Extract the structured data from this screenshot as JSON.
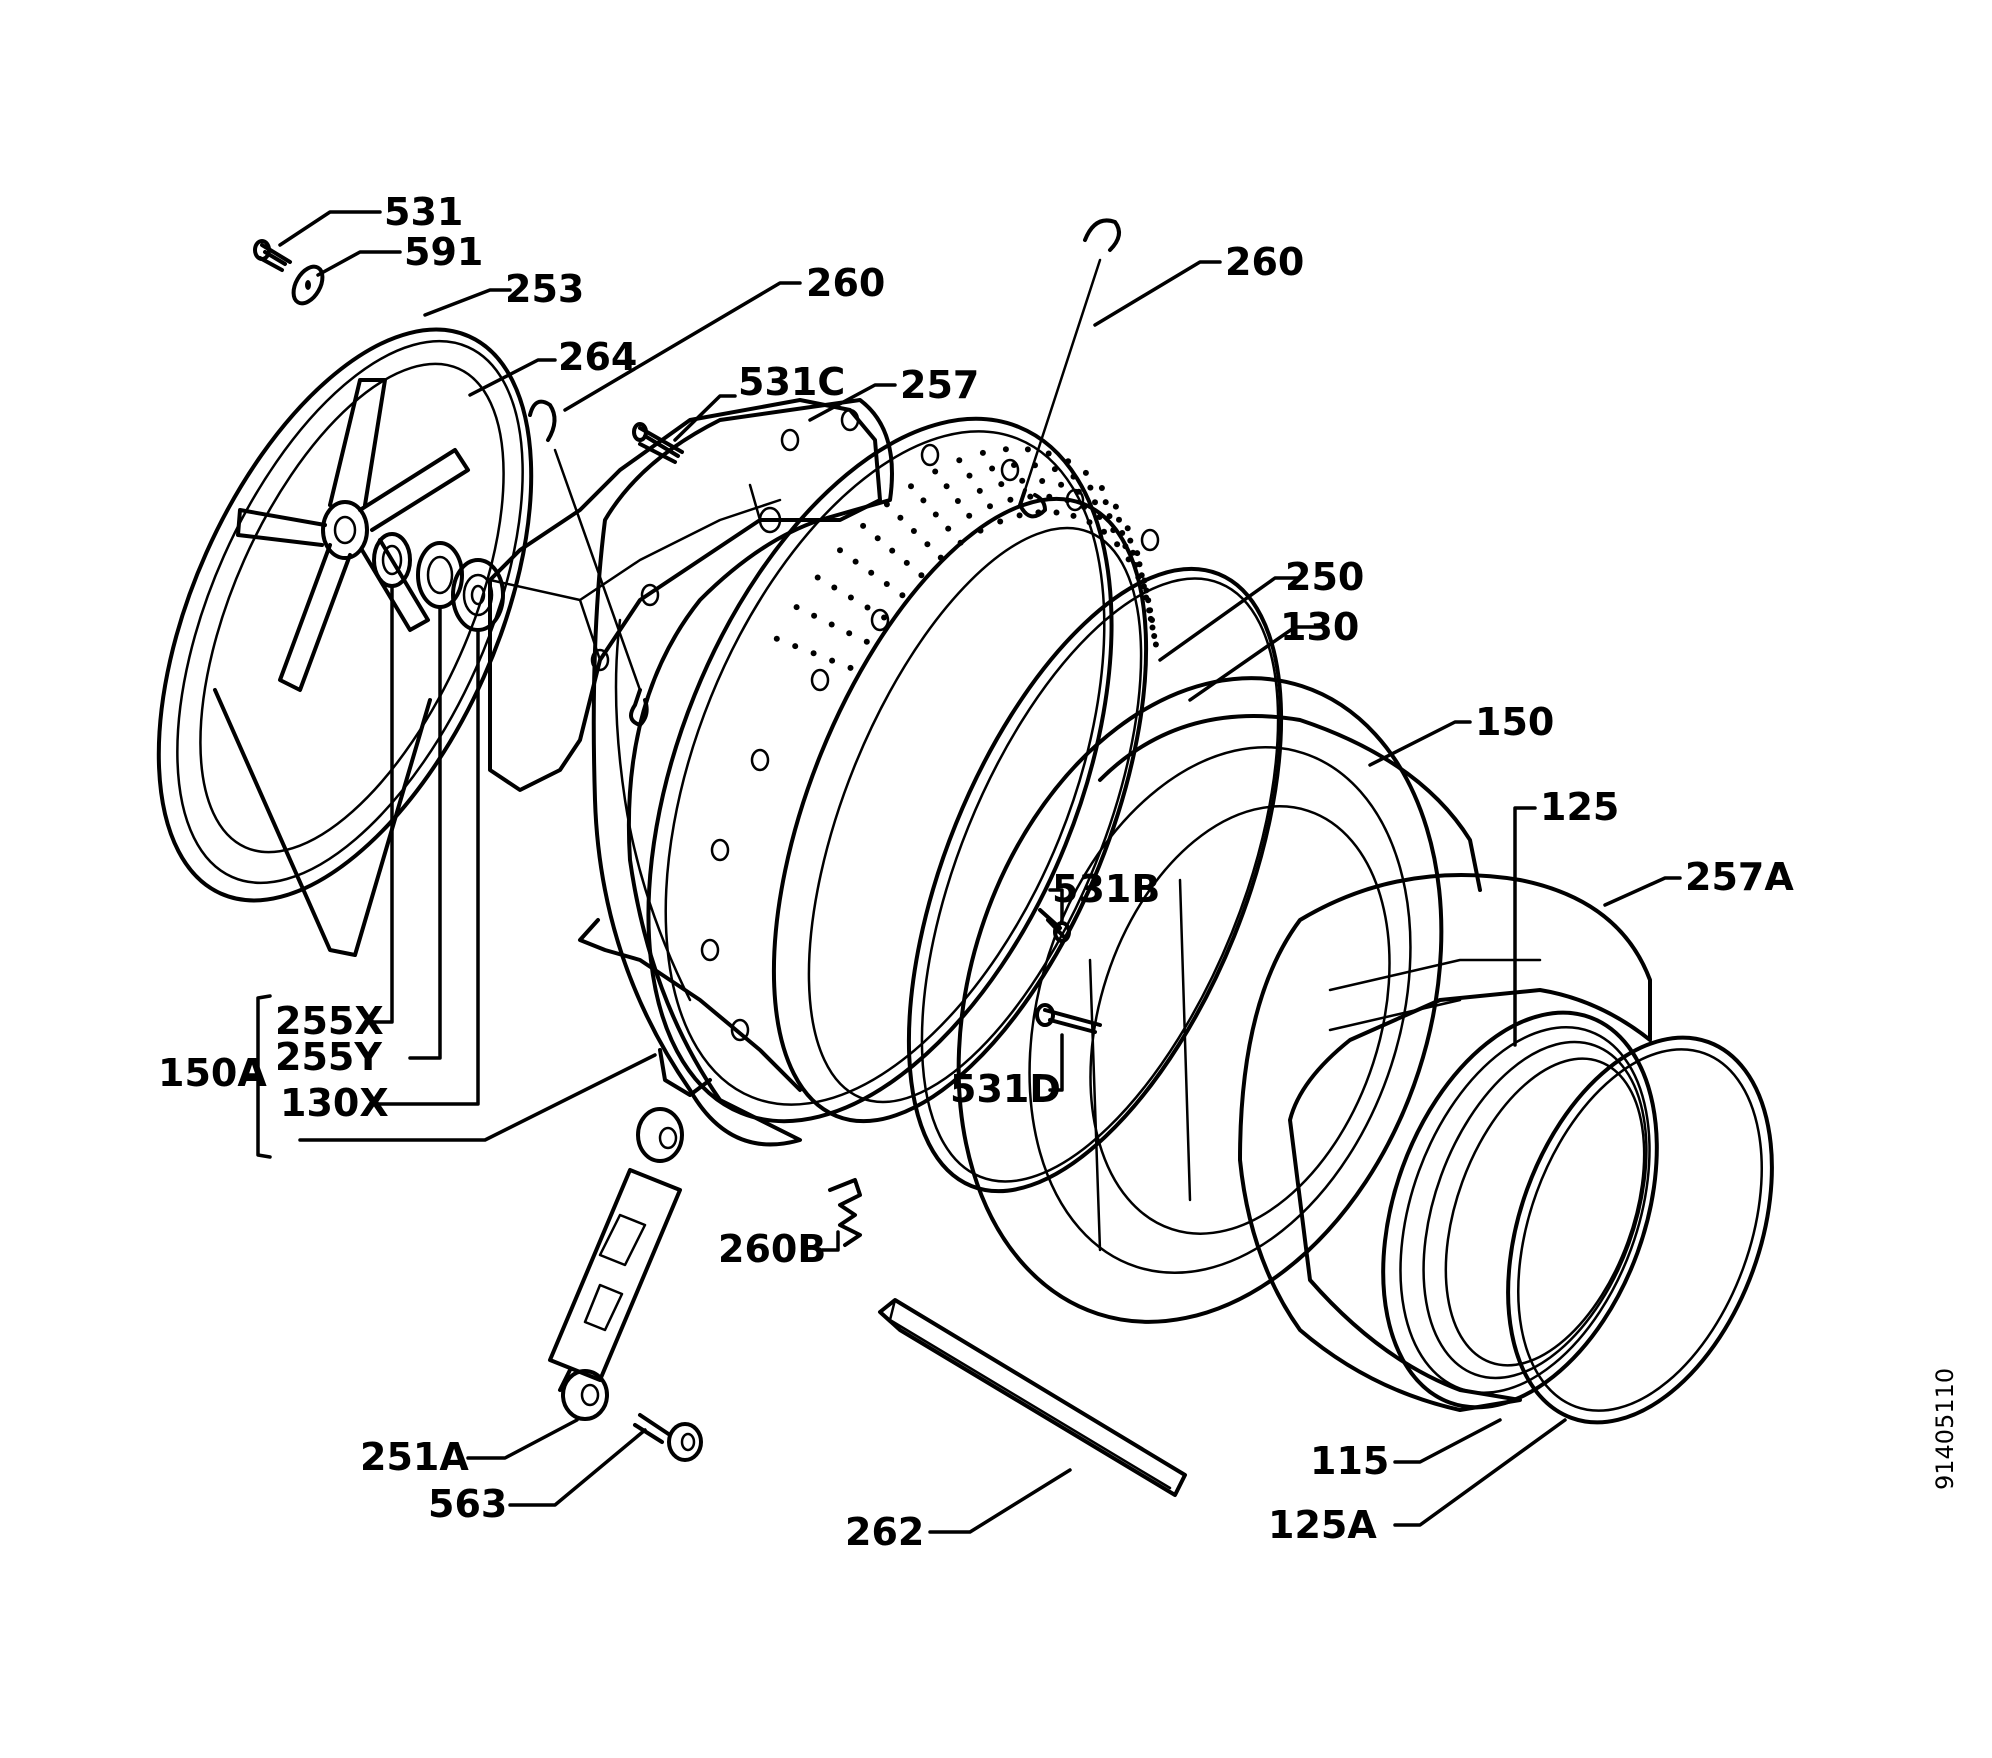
{
  "callouts": {
    "c531": "531",
    "c591": "591",
    "c253": "253",
    "c264": "264",
    "c260_top": "260",
    "c531C": "531C",
    "c257": "257",
    "c260_right": "260",
    "c250": "250",
    "c130": "130",
    "c150": "150",
    "c125": "125",
    "c257A": "257A",
    "c531B": "531B",
    "c531D": "531D",
    "c255X": "255X",
    "c255Y": "255Y",
    "c130X": "130X",
    "c150A": "150A",
    "c260B": "260B",
    "c251A": "251A",
    "c563": "563",
    "c262": "262",
    "c115": "115",
    "c125A": "125A"
  },
  "document_number": "91405110"
}
